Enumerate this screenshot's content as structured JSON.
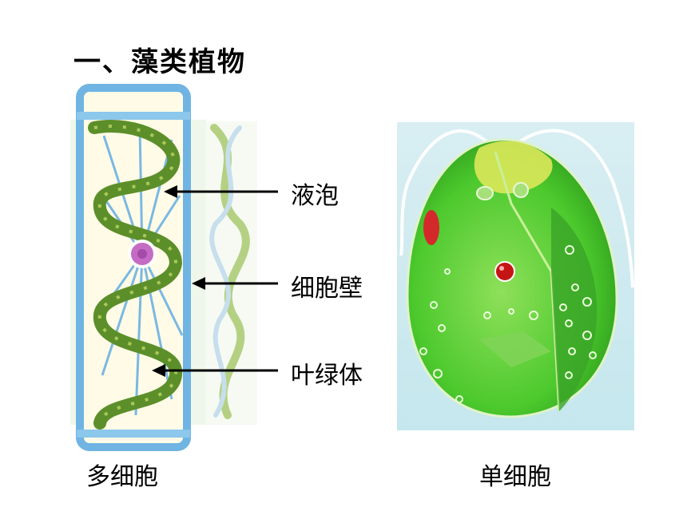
{
  "title": "一、藻类植物",
  "labels": {
    "vacuole": "液泡",
    "cell_wall": "细胞壁",
    "chloroplast": "叶绿体"
  },
  "captions": {
    "multicellular": "多细胞",
    "unicellular": "单细胞"
  }
}
